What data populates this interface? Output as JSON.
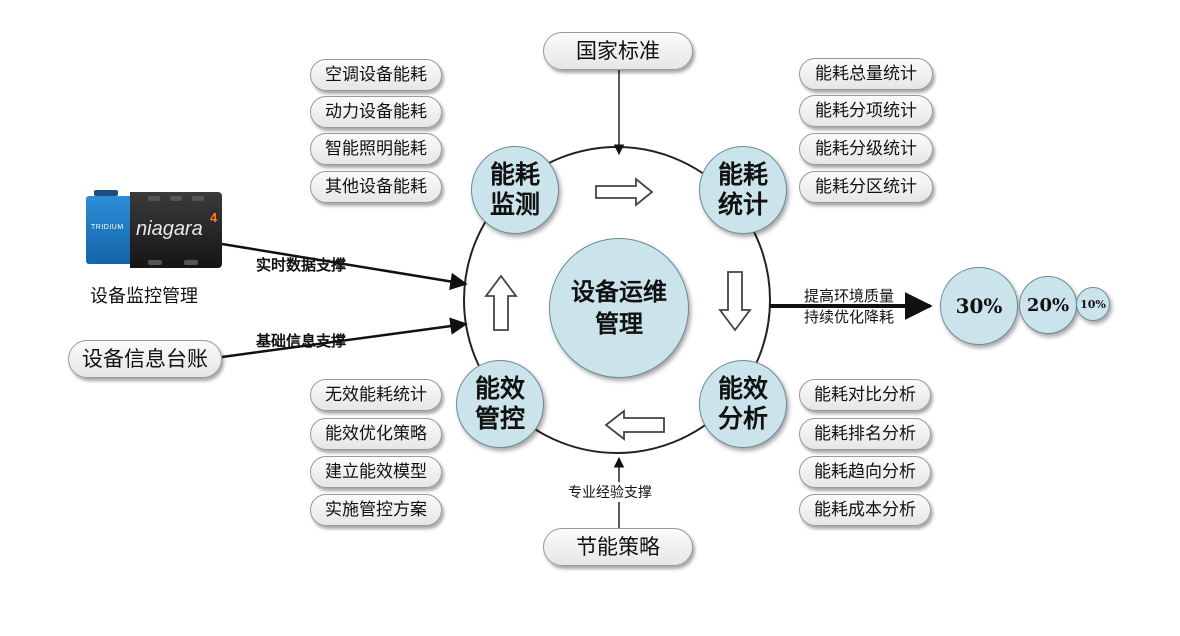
{
  "top_source": "国家标准",
  "bottom_source": "节能策略",
  "center": "设备运维管理",
  "nodes": {
    "monitor": "能耗监测",
    "stats": "能耗统计",
    "analysis": "能效分析",
    "control": "能效管控"
  },
  "monitor_items": [
    "空调设备能耗",
    "动力设备能耗",
    "智能照明能耗",
    "其他设备能耗"
  ],
  "stats_items": [
    "能耗总量统计",
    "能耗分项统计",
    "能耗分级统计",
    "能耗分区统计"
  ],
  "analysis_items": [
    "能耗对比分析",
    "能耗排名分析",
    "能耗趋向分析",
    "能耗成本分析"
  ],
  "control_items": [
    "无效能耗统计",
    "能效优化策略",
    "建立能效模型",
    "实施管控方案"
  ],
  "device": {
    "brand": "TRIDIUM",
    "name": "niagara",
    "superscript": "4",
    "caption": "设备监控管理"
  },
  "ledger": "设备信息台账",
  "support_labels": {
    "realtime": "实时数据支撑",
    "basic": "基础信息支撑",
    "expert": "专业经验支撑"
  },
  "outcome_label": [
    "提高环境质量",
    "持续优化降耗"
  ],
  "percentages": [
    "30%",
    "20%",
    "10%"
  ]
}
